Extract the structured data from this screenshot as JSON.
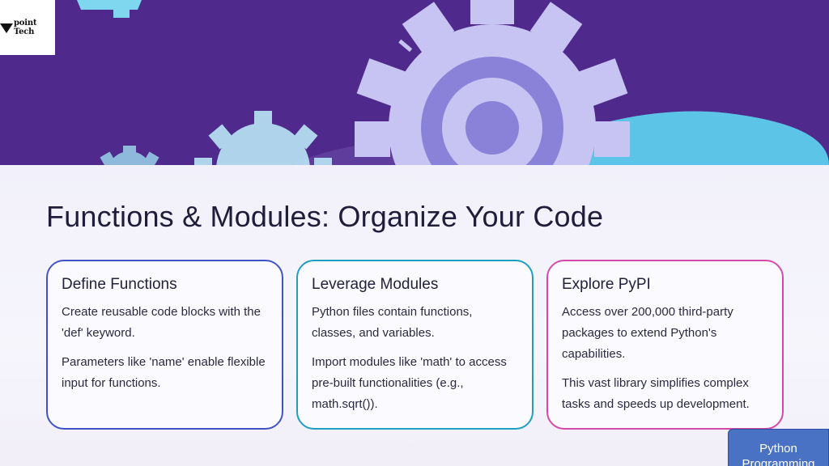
{
  "logo": {
    "text": "point Tech"
  },
  "slide": {
    "title": "Functions & Modules: Organize Your Code"
  },
  "cards": [
    {
      "title": "Define Functions",
      "paragraphs": [
        "Create reusable code blocks with the 'def' keyword.",
        "Parameters like 'name' enable flexible input for functions."
      ]
    },
    {
      "title": "Leverage Modules",
      "paragraphs": [
        "Python files contain functions, classes, and variables.",
        "Import modules like 'math' to access pre-built functionalities (e.g., math.sqrt())."
      ]
    },
    {
      "title": "Explore PyPI",
      "paragraphs": [
        "Access over 200,000 third-party packages to extend Python's capabilities.",
        "This vast library simplifies complex tasks and speeds up development."
      ]
    }
  ],
  "badge": {
    "line1": "Python",
    "line2": "Programming"
  },
  "colors": {
    "hero_background": "#4f2a8c",
    "card1_border": "#4153c4",
    "card2_border": "#1f9fbf",
    "card3_border": "#d54aa9",
    "badge_background": "#4a72c4"
  },
  "icons": [
    "gear-icon"
  ]
}
